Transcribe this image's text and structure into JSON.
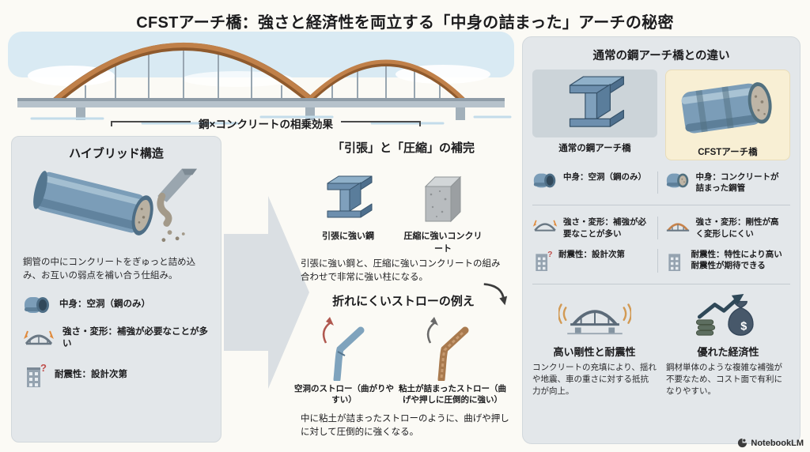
{
  "title": "CFSTアーチ橋：強さと経済性を両立する「中身の詰まった」アーチの秘密",
  "synergy_header": "鋼×コンクリートの相乗効果",
  "left_panel": {
    "heading": "ハイブリッド構造",
    "description": "鋼管の中にコンクリートをぎゅっと詰め込み、お互いの弱点を補い合う仕組み。",
    "items": [
      {
        "icon": "steel-tube-icon",
        "text": "中身：空洞（鋼のみ）"
      },
      {
        "icon": "bridge-deform-icon",
        "text": "強さ・変形：補強が必要なことが多い"
      },
      {
        "icon": "building-icon",
        "text": "耐震性：設計次第"
      }
    ]
  },
  "middle": {
    "complement": {
      "heading": "「引張」と「圧縮」の補完",
      "steel_label": "引張に強い鋼",
      "concrete_label": "圧縮に強いコンクリート",
      "description": "引張に強い鋼と、圧縮に強いコンクリートの組み合わせで非常に強い柱になる。"
    },
    "straw": {
      "heading": "折れにくいストローの例え",
      "hollow_label": "空洞のストロー（曲がりやすい）",
      "filled_label": "粘土が詰まったストロー（曲げや押しに圧倒的に強い）",
      "description": "中に粘土が詰まったストローのように、曲げや押しに対して圧倒的に強くなる。"
    }
  },
  "right_panel": {
    "heading": "通常の鋼アーチ橋との違い",
    "normal": {
      "caption": "通常の鋼アーチ橋",
      "rows": [
        "中身：空洞（鋼のみ）",
        "強さ・変形：補強が必要なことが多い",
        "耐震性：設計次第"
      ]
    },
    "cfst": {
      "caption": "CFSTアーチ橋",
      "rows": [
        "中身：コンクリートが詰まった鋼管",
        "強さ・変形：剛性が高く変形しにくい",
        "耐震性：特性により高い耐震性が期待できる"
      ]
    },
    "benefits": [
      {
        "icon": "quake-bridge-icon",
        "title": "高い剛性と耐震性",
        "description": "コンクリートの充填により、揺れや地震、車の重さに対する抵抗力が向上。"
      },
      {
        "icon": "economy-icon",
        "title": "優れた経済性",
        "description": "鋼材単体のような複雑な補強が不要なため、コスト面で有利になりやすい。"
      }
    ]
  },
  "brand": "NotebookLM",
  "icons": {
    "steel_tube": "steel-tube-icon",
    "cfst_tube": "cfst-tube-icon",
    "bridge_deform": "bridge-deform-icon",
    "arch": "arch-icon",
    "building": "building-icon",
    "i_beam": "i-beam-icon",
    "concrete_block": "concrete-block-icon",
    "hollow_straw": "hollow-straw-icon",
    "filled_straw": "filled-straw-icon",
    "quake_bridge": "quake-bridge-icon",
    "economy": "economy-icon",
    "arrow_right": "arrow-right-icon",
    "brand_logo": "notebooklm-logo-icon"
  },
  "colors": {
    "background": "#fbfaf5",
    "panel_bg": "#e3e7ea",
    "highlight_bg": "#f8efd4",
    "arch_orange": "#c08049",
    "steel_blue": "#6d8fae",
    "accent_red": "#c0504d"
  }
}
